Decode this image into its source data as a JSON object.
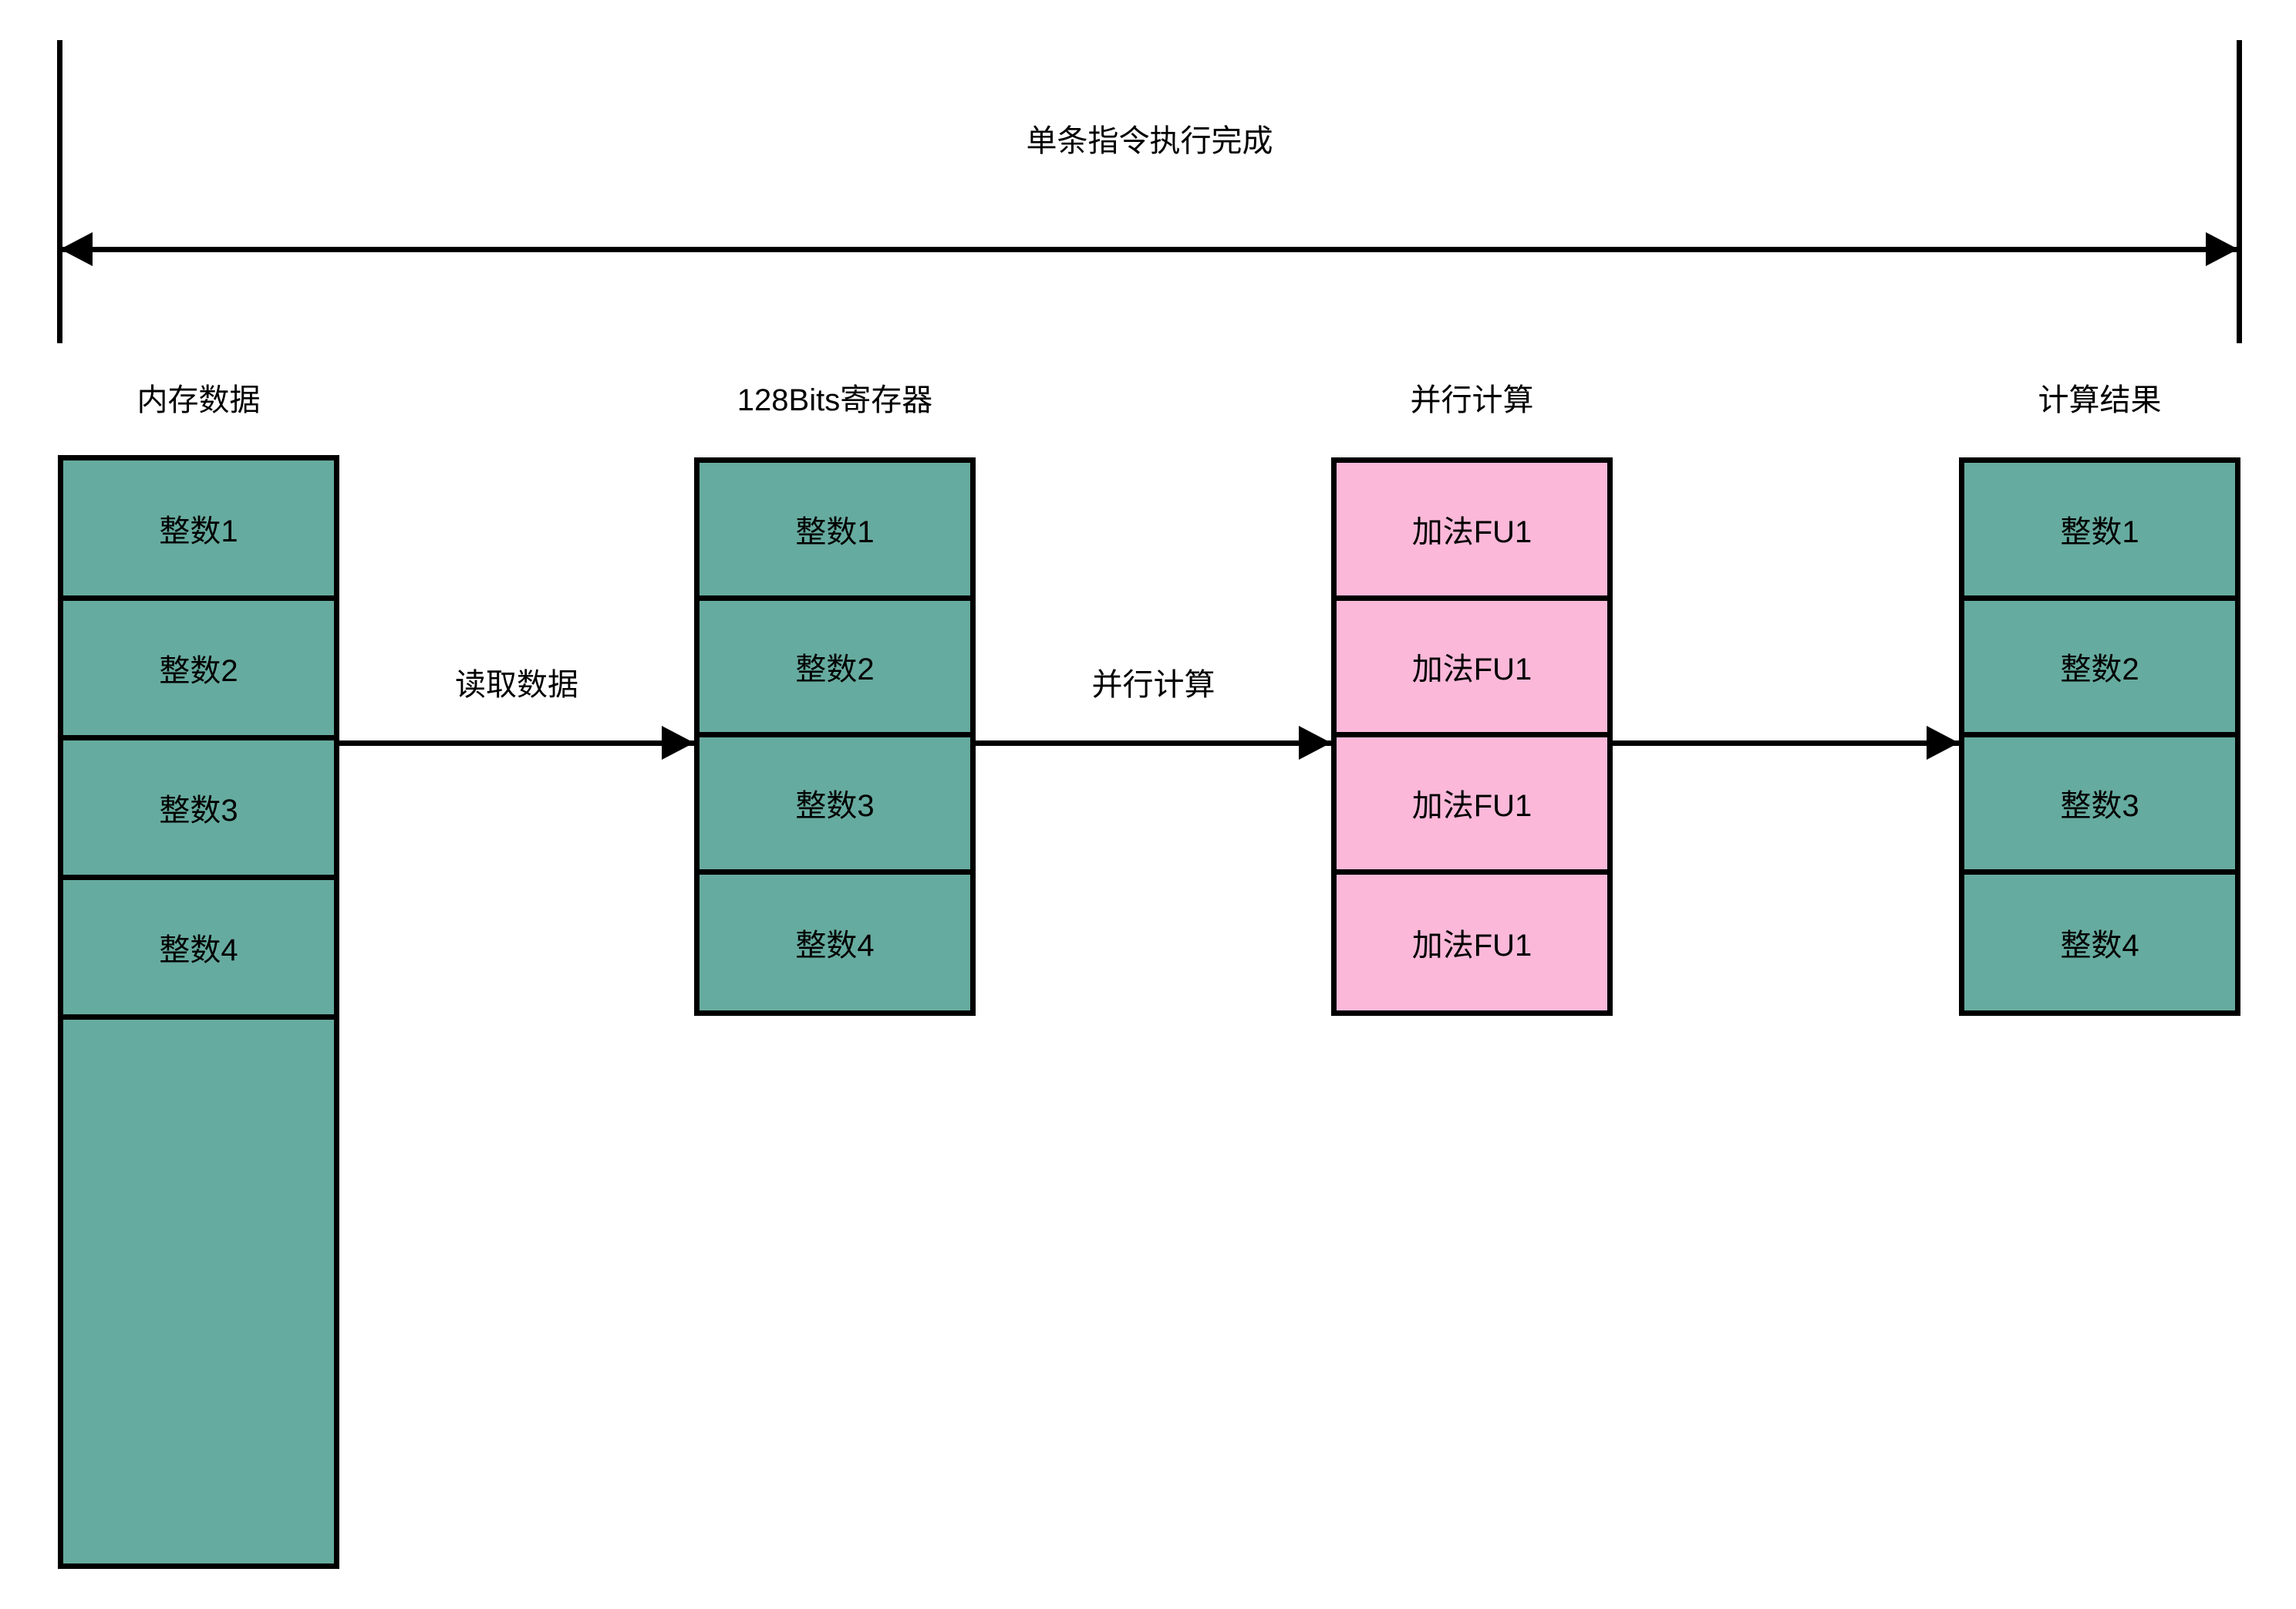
{
  "diagram": {
    "span": {
      "title": "单条指令执行完成"
    },
    "columns": [
      {
        "id": "memory",
        "header": "内存数据",
        "color": "#66ab9f",
        "cells": [
          "整数1",
          "整数2",
          "整数3",
          "整数4",
          ""
        ]
      },
      {
        "id": "register",
        "header": "128Bits寄存器",
        "color": "#66ab9f",
        "cells": [
          "整数1",
          "整数2",
          "整数3",
          "整数4"
        ]
      },
      {
        "id": "parallel-compute",
        "header": "并行计算",
        "color": "#fbb8d9",
        "cells": [
          "加法FU1",
          "加法FU1",
          "加法FU1",
          "加法FU1"
        ]
      },
      {
        "id": "result",
        "header": "计算结果",
        "color": "#66ab9f",
        "cells": [
          "整数1",
          "整数2",
          "整数3",
          "整数4"
        ]
      }
    ],
    "flows": [
      {
        "id": "read-data",
        "label": "读取数据"
      },
      {
        "id": "parallel-compute-flow",
        "label": "并行计算"
      },
      {
        "id": "to-result",
        "label": ""
      }
    ]
  }
}
